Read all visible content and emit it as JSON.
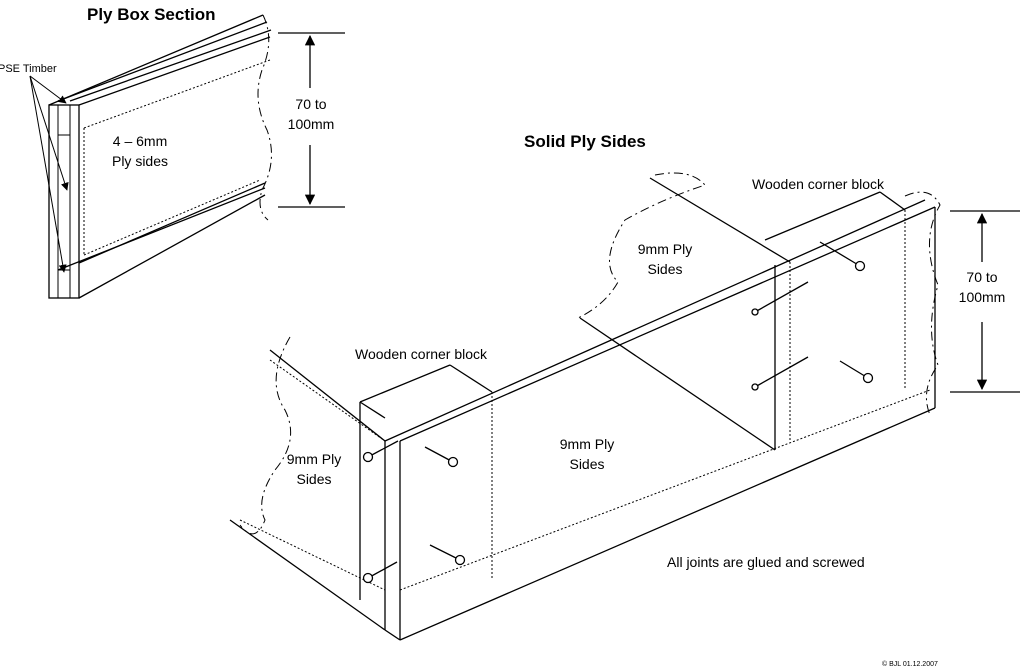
{
  "ply_box": {
    "title": "Ply Box Section",
    "pse_label": "PSE Timber",
    "sides_label_1": "4 – 6mm",
    "sides_label_2": "Ply sides",
    "dim_label_1": "70 to",
    "dim_label_2": "100mm"
  },
  "solid_ply": {
    "title": "Solid Ply Sides",
    "corner_block_right": "Wooden corner block",
    "corner_block_left": "Wooden corner block",
    "back_sides_1": "9mm Ply",
    "back_sides_2": "Sides",
    "front_sides_1": "9mm Ply",
    "front_sides_2": "Sides",
    "end_sides_1": "9mm Ply",
    "end_sides_2": "Sides",
    "dim_label_1": "70 to",
    "dim_label_2": "100mm",
    "note": "All joints are glued and screwed"
  },
  "credit": "© BJL 01.12.2007"
}
